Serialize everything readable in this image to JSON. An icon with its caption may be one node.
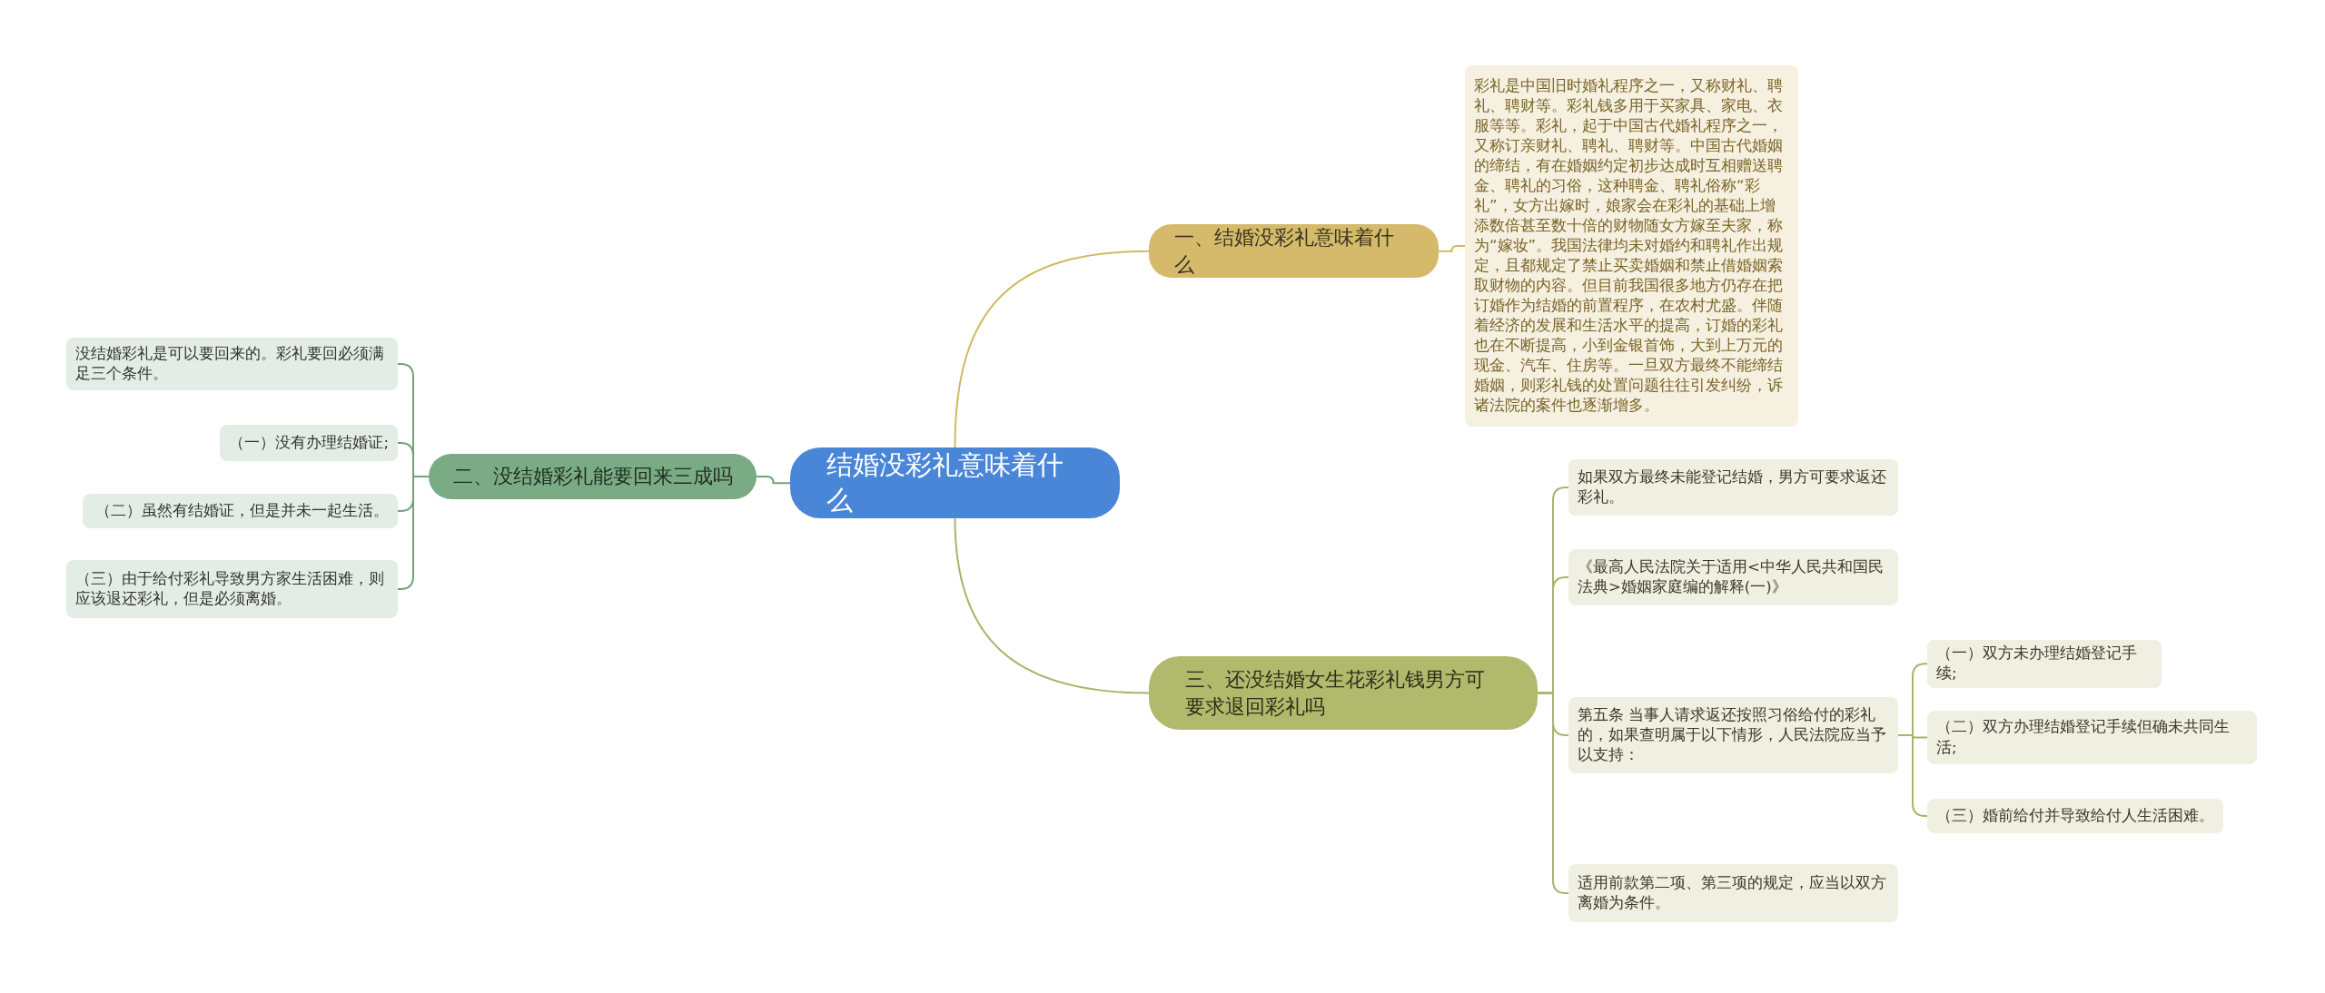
{
  "diagram": {
    "nodes": [
      {
        "text": [
          "结婚没彩礼意味着什么"
        ]
      },
      {
        "text": [
          "一、结婚没彩礼意味着什么"
        ]
      },
      {
        "text": [
          "彩礼是中国旧时婚礼程序之一，又称财礼、聘礼、聘财等。彩礼钱多用于买家具、家电、衣服等等。彩礼，起于中国古代婚礼程序之一，又称订亲财礼、聘礼、聘财等。中国古代婚姻的缔结，有在婚姻约定初步达成时互相赠送聘金、聘礼的习俗，这种聘金、聘礼俗称“彩礼”，女方出嫁时，娘家会在彩礼的基础上增添数倍甚至数十倍的财物随女方嫁至夫家，称为“嫁妆”。我国法律均未对婚约和聘礼作出规定，且都规定了禁止买卖婚姻和禁止借婚姻索取财物的内容。但目前我国很多地方仍存在把订婚作为结婚的前置程序，在农村尤盛。伴随着经济的发展和生活水平的提高，订婚的彩礼也在不断提高，小到金银首饰，大到上万元的现金、汽车、住房等。一旦双方最终不能缔结婚姻，则彩礼钱的处置问题往往引发纠纷，诉诸法院的案件也逐渐增多。"
        ]
      },
      {
        "text": [
          "二、没结婚彩礼能要回来三成吗"
        ]
      },
      {
        "text": [
          "没结婚彩礼是可以要回来的。彩礼要回必须满足三个条件。"
        ]
      },
      {
        "text": [
          "（一）没有办理结婚证;"
        ]
      },
      {
        "text": [
          "（二）虽然有结婚证，但是并未一起生活。"
        ]
      },
      {
        "text": [
          "（三）由于给付彩礼导致男方家生活困难，则应该退还彩礼，但是必须离婚。"
        ]
      },
      {
        "text": [
          "三、还没结婚女生花彩礼钱男方可要求退回彩礼吗"
        ]
      },
      {
        "text": [
          "如果双方最终未能登记结婚，男方可要求返还彩礼。"
        ]
      },
      {
        "text": [
          "《最高人民法院关于适用<中华人民共和国民法典>婚姻家庭编的解释(一)》"
        ]
      },
      {
        "text": [
          "第五条 当事人请求返还按照习俗给付的彩礼的，如果查明属于以下情形，人民法院应当予以支持："
        ]
      },
      {
        "text": [
          "（一）双方未办理结婚登记手续;"
        ]
      },
      {
        "text": [
          "（二）双方办理结婚登记手续但确未共同生活;"
        ]
      },
      {
        "text": [
          "（三）婚前给付并导致给付人生活困难。"
        ]
      },
      {
        "text": [
          "适用前款第二项、第三项的规定，应当以双方离婚为条件。"
        ]
      }
    ],
    "edges": [
      {
        "from": 0,
        "to": 1,
        "arrow": "none",
        "color": "#d2b862"
      },
      {
        "from": 1,
        "to": 2,
        "arrow": "none",
        "color": "#d2b862"
      },
      {
        "from": 0,
        "to": 3,
        "arrow": "none",
        "color": "#6fa27a"
      },
      {
        "from": 3,
        "to": 4,
        "arrow": "none",
        "color": "#6fa27a"
      },
      {
        "from": 3,
        "to": 5,
        "arrow": "none",
        "color": "#6fa27a"
      },
      {
        "from": 3,
        "to": 6,
        "arrow": "none",
        "color": "#6fa27a"
      },
      {
        "from": 3,
        "to": 7,
        "arrow": "none",
        "color": "#6fa27a"
      },
      {
        "from": 0,
        "to": 8,
        "arrow": "none"
      },
      {
        "from": 8,
        "to": 9,
        "arrow": "none"
      },
      {
        "from": 8,
        "to": 10,
        "arrow": "none"
      },
      {
        "from": 8,
        "to": 11,
        "arrow": "none"
      },
      {
        "from": 8,
        "to": 15,
        "arrow": "none"
      },
      {
        "from": 11,
        "to": 12,
        "arrow": "none"
      },
      {
        "from": 11,
        "to": 13,
        "arrow": "none"
      },
      {
        "from": 11,
        "to": 14,
        "arrow": "none"
      }
    ]
  }
}
